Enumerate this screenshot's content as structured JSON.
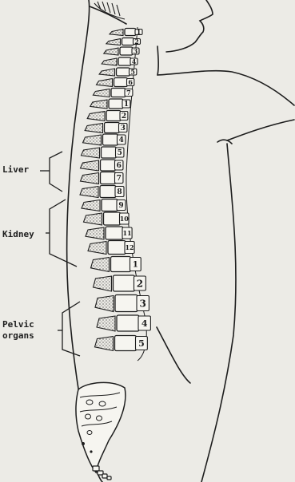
{
  "labels": {
    "liver": "Liver",
    "kidney": "Kidney",
    "pelvic": "Pelvic",
    "organs": "organs"
  },
  "vertebra_numbers": {
    "cervical": [
      "1",
      "2",
      "3",
      "4",
      "5",
      "6",
      "7"
    ],
    "thoracic": [
      "1",
      "2",
      "3",
      "4",
      "5",
      "6",
      "7",
      "8",
      "9",
      "10",
      "11",
      "12"
    ],
    "lumbar": [
      "1",
      "2",
      "3",
      "4",
      "5"
    ]
  },
  "colors": {
    "background": "#ecebe6",
    "ink": "#1d1d1d",
    "bone": "#f6f5f0"
  }
}
